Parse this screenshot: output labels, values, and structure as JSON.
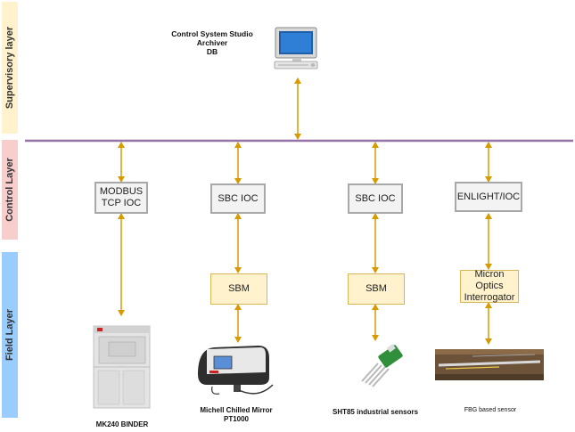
{
  "layers": {
    "supervisory": "Supervisory layer",
    "control": "Control Layer",
    "field": "Field Layer"
  },
  "supervisory": {
    "label_line1": "Control System Studio",
    "label_line2": "Archiver",
    "label_line3": "DB"
  },
  "boxes": {
    "modbus_line1": "MODBUS",
    "modbus_line2": "TCP IOC",
    "sbc_ioc_1": "SBC IOC",
    "sbc_ioc_2": "SBC IOC",
    "enlight": "ENLIGHT/IOC",
    "sbm_1": "SBM",
    "sbm_2": "SBM",
    "micron_line1": "Micron Optics",
    "micron_line2": "Interrogator"
  },
  "devices": {
    "binder": "MK240 BINDER",
    "mirror_line1": "Michell Chilled Mirror",
    "mirror_line2": "PT1000",
    "sht85": "SHT85 industrial sensors",
    "fbg": "FBG based sensor"
  },
  "colors": {
    "supervisory_band": "#fff2cc",
    "control_band": "#f8cecc",
    "field_band": "#99ccff",
    "bus": "#9673a6",
    "arrow": "#d79b00"
  }
}
